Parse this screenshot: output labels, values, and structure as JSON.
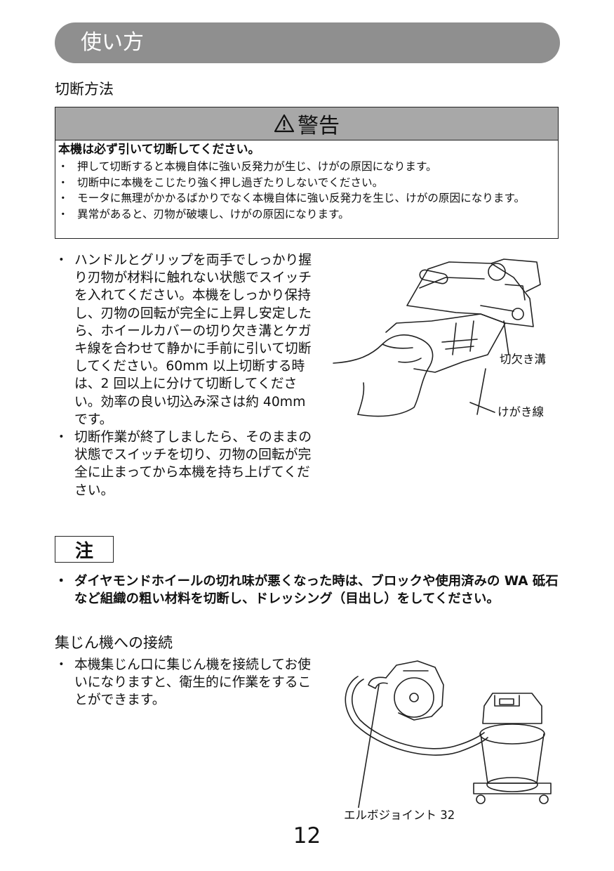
{
  "header": {
    "title": "使い方"
  },
  "cutting": {
    "title": "切断方法",
    "warning": {
      "title": "警告",
      "lead": "本機は必ず引いて切断してください。",
      "items": [
        "押して切断すると本機自体に強い反発力が生じ、けがの原因になります。",
        "切断中に本機をこじたり強く押し過ぎたりしないでください。",
        "モータに無理がかかるばかりでなく本機自体に強い反発力を生じ、けがの原因になります。",
        "異常があると、刃物が破壊し、けがの原因になります。"
      ]
    },
    "instructions": [
      "ハンドルとグリップを両手でしっかり握り刃物が材料に触れない状態でスイッチを入れてください。本機をしっかり保持し、刃物の回転が完全に上昇し安定したら、ホイールカバーの切り欠き溝とケガキ線を合わせて静かに手前に引いて切断してください。60mm 以上切断する時は、2 回以上に分けて切断してください。効率の良い切込み深さは約 40mm です。",
      "切断作業が終了しましたら、そのままの状態でスイッチを切り、刃物の回転が完全に止まってから本機を持ち上げてください。"
    ],
    "figure": {
      "label_notch": "切欠き溝",
      "label_line": "けがき線"
    }
  },
  "note": {
    "title": "注",
    "items": [
      "ダイヤモンドホイールの切れ味が悪くなった時は、ブロックや使用済みの WA 砥石など組織の粗い材料を切断し、ドレッシング（目出し）をしてください。"
    ]
  },
  "dust": {
    "title": "集じん機への接続",
    "items": [
      "本機集じん口に集じん機を接続してお使いになりますと、衛生的に作業をすることができます。"
    ],
    "figure": {
      "label": "エルボジョイント 32"
    }
  },
  "page_number": "12"
}
